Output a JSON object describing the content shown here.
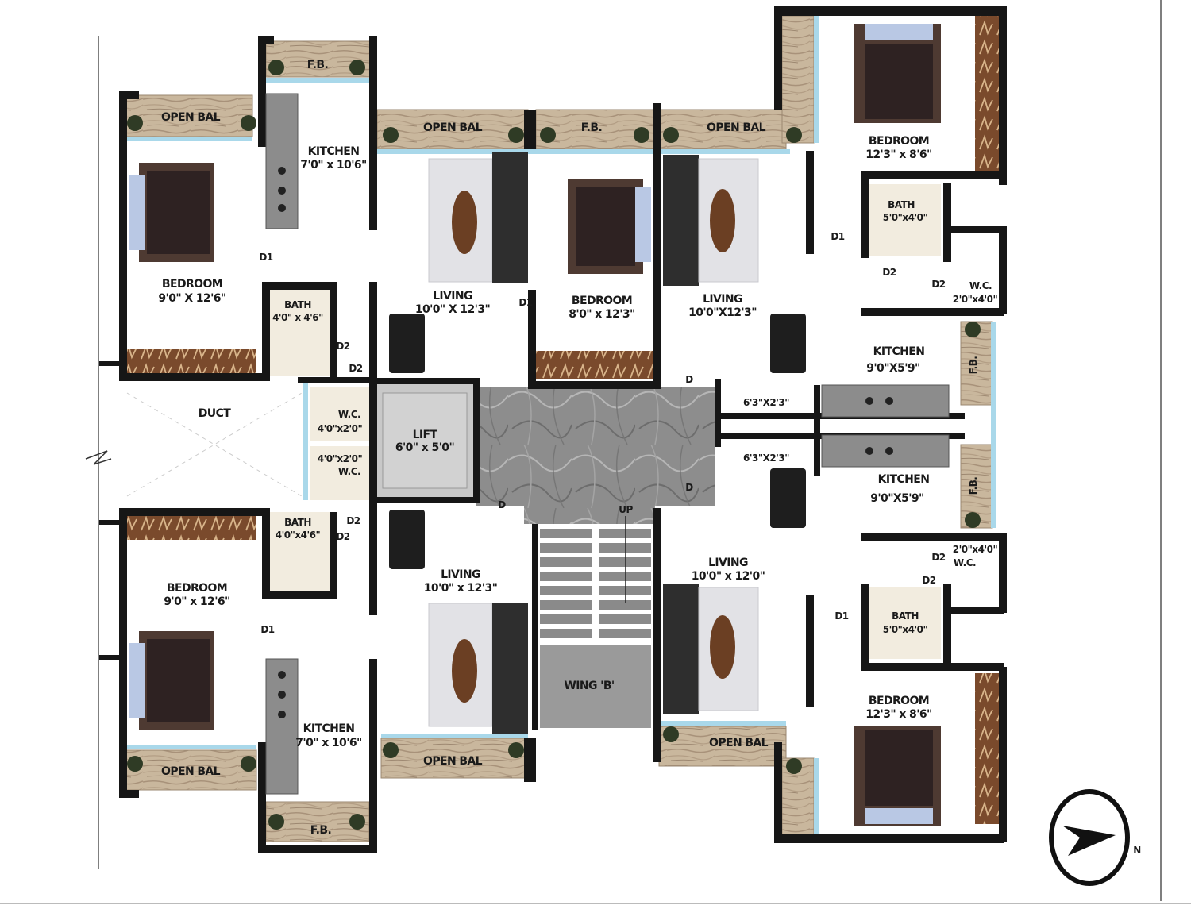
{
  "labels": {
    "open_bal_1": "OPEN BAL",
    "fb_1": "F.B.",
    "kitchen_1_name": "KITCHEN",
    "kitchen_1_dim": "7'0\" x 10'6\"",
    "bedroom_1_name": "BEDROOM",
    "bedroom_1_dim": "9'0\" X 12'6\"",
    "d1_1": "D1",
    "bath_1_name": "BATH",
    "bath_1_dim": "4'0\" x 4'6\"",
    "d2_1": "D2",
    "d2_2": "D2",
    "duct": "DUCT",
    "wc_1_name": "W.C.",
    "wc_1_dim": "4'0\"x2'0\"",
    "wc_2_dim": "4'0\"x2'0\"",
    "wc_2_name": "W.C.",
    "open_bal_2": "OPEN BAL",
    "fb_2": "F.B.",
    "open_bal_3": "OPEN BAL",
    "living_1_name": "LIVING",
    "living_1_dim": "10'0\" X 12'3\"",
    "d1_2": "D1",
    "bedroom_2_name": "BEDROOM",
    "bedroom_2_dim": "8'0\" x 12'3\"",
    "living_2_name": "LIVING",
    "living_2_dim": "10'0\"X12'3\"",
    "lift_name": "LIFT",
    "lift_dim": "6'0\" x 5'0\"",
    "d_1": "D",
    "d_2": "D",
    "d_3": "D",
    "bedroom_3_name": "BEDROOM",
    "bedroom_3_dim": "12'3\" x 8'6\"",
    "bath_2_name": "BATH",
    "bath_2_dim": "5'0\"x4'0\"",
    "d1_3": "D1",
    "d2_3": "D2",
    "d2_4": "D2",
    "wc_3_name": "W.C.",
    "wc_3_dim": "2'0\"x4'0\"",
    "kitchen_2_name": "KITCHEN",
    "kitchen_2_dim": "9'0\"X5'9\"",
    "fb_3": "F.B.",
    "dim_a": "6'3\"X2'3\"",
    "dim_b": "6'3\"X2'3\"",
    "kitchen_3_name": "KITCHEN",
    "kitchen_3_dim": "9'0\"X5'9\"",
    "fb_4": "F.B.",
    "bath_3_name": "BATH",
    "bath_3_dim": "4'0\"x4'6\"",
    "d2_5": "D2",
    "d2_6": "D2",
    "bedroom_4_name": "BEDROOM",
    "bedroom_4_dim": "9'0\" x 12'6\"",
    "d1_4": "D1",
    "living_3_name": "LIVING",
    "living_3_dim": "10'0\" x 12'3\"",
    "up": "UP",
    "living_4_name": "LIVING",
    "living_4_dim": "10'0\" x 12'0\"",
    "wing": "WING 'B'",
    "d2_7": "D2",
    "wc_4_dim": "2'0\"x4'0\"",
    "wc_4_name": "W.C.",
    "d2_8": "D2",
    "d1_5": "D1",
    "bath_4_name": "BATH",
    "bath_4_dim": "5'0\"x4'0\"",
    "bedroom_5_name": "BEDROOM",
    "bedroom_5_dim": "12'3\" x 8'6\"",
    "kitchen_4_name": "KITCHEN",
    "kitchen_4_dim": "7'0\" x 10'6\"",
    "open_bal_4": "OPEN BAL",
    "open_bal_5": "OPEN BAL",
    "fb_5": "F.B.",
    "open_bal_6": "OPEN BAL",
    "north": "N"
  },
  "colors": {
    "wall": "#161616",
    "glass": "#a9d8ea",
    "balcony_wood": "#c9b79d",
    "floor_marble": "#8d8d8d",
    "lift": "#c8c8c8",
    "wing_block": "#9a9a9a"
  }
}
